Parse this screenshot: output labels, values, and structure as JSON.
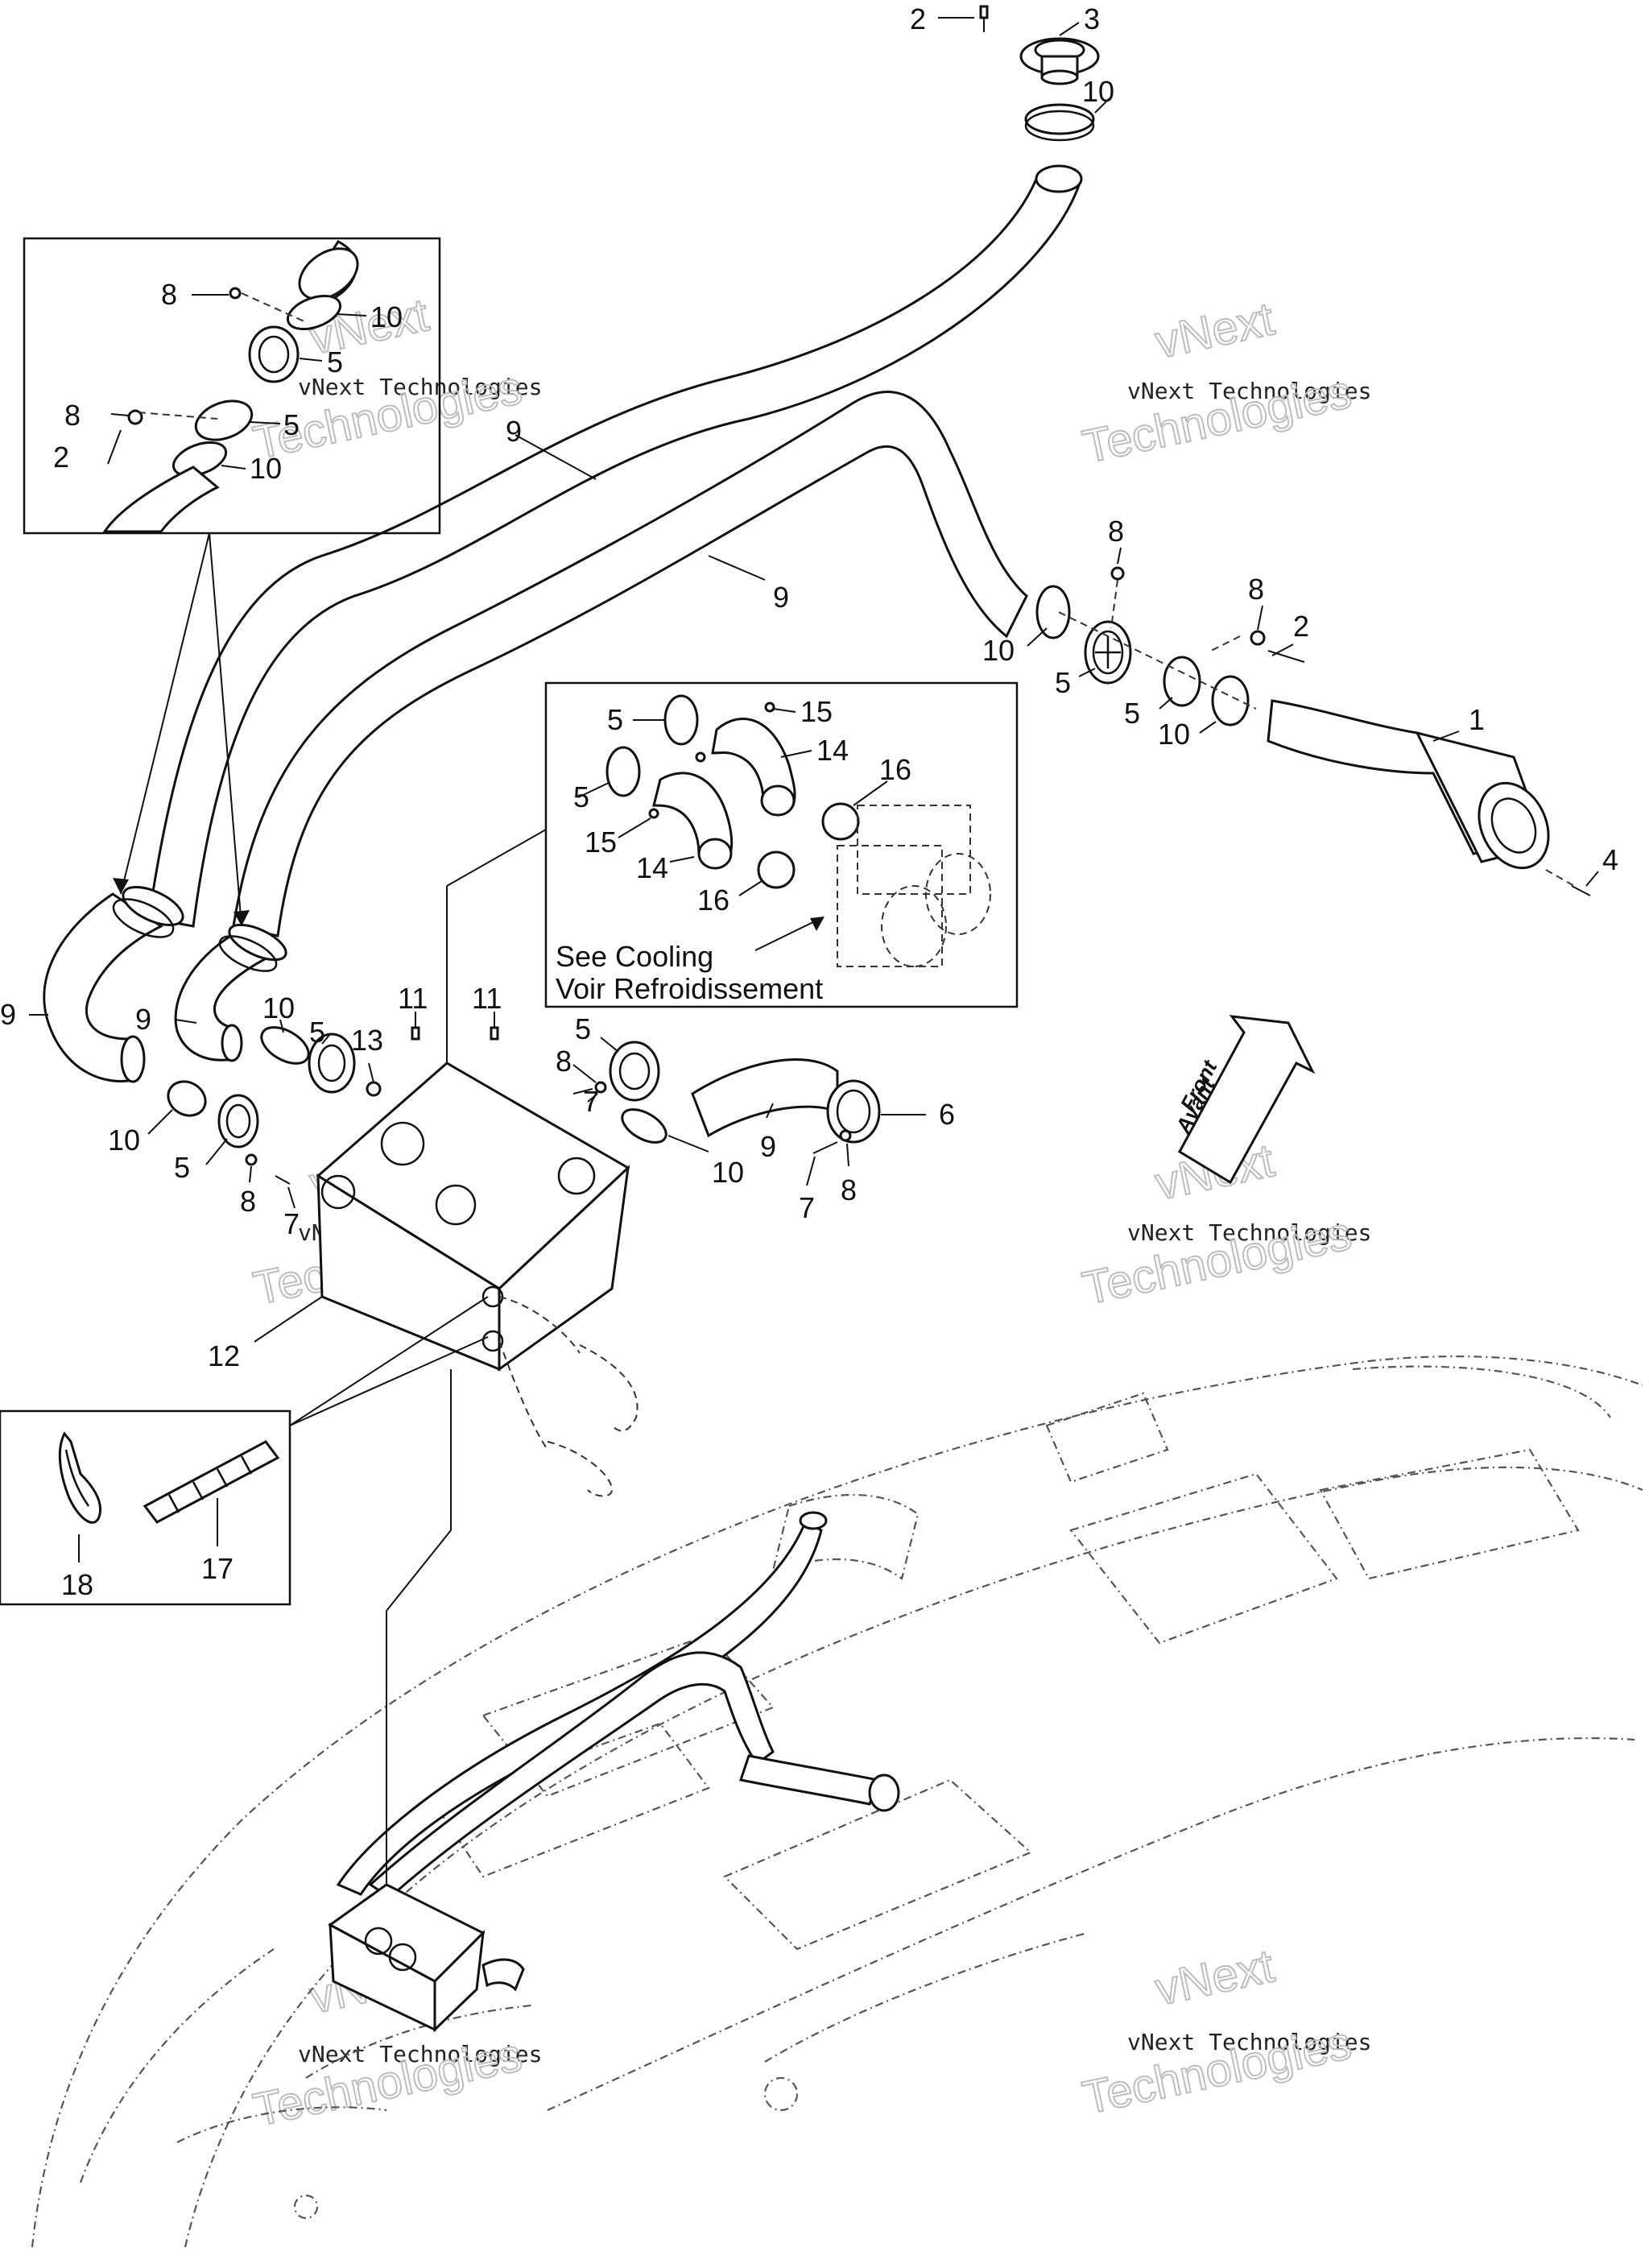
{
  "diagram": {
    "callouts": [
      {
        "n": "2"
      },
      {
        "n": "3"
      },
      {
        "n": "10"
      },
      {
        "n": "8"
      },
      {
        "n": "10"
      },
      {
        "n": "5"
      },
      {
        "n": "8"
      },
      {
        "n": "5"
      },
      {
        "n": "2"
      },
      {
        "n": "10"
      },
      {
        "n": "9"
      },
      {
        "n": "9"
      },
      {
        "n": "8"
      },
      {
        "n": "8"
      },
      {
        "n": "2"
      },
      {
        "n": "10"
      },
      {
        "n": "5"
      },
      {
        "n": "5"
      },
      {
        "n": "10"
      },
      {
        "n": "1"
      },
      {
        "n": "4"
      },
      {
        "n": "5"
      },
      {
        "n": "15"
      },
      {
        "n": "14"
      },
      {
        "n": "5"
      },
      {
        "n": "16"
      },
      {
        "n": "15"
      },
      {
        "n": "14"
      },
      {
        "n": "16"
      },
      {
        "n": "9"
      },
      {
        "n": "9"
      },
      {
        "n": "10"
      },
      {
        "n": "5"
      },
      {
        "n": "13"
      },
      {
        "n": "11"
      },
      {
        "n": "11"
      },
      {
        "n": "10"
      },
      {
        "n": "5"
      },
      {
        "n": "8"
      },
      {
        "n": "7"
      },
      {
        "n": "5"
      },
      {
        "n": "8"
      },
      {
        "n": "7"
      },
      {
        "n": "9"
      },
      {
        "n": "6"
      },
      {
        "n": "10"
      },
      {
        "n": "7"
      },
      {
        "n": "8"
      },
      {
        "n": "12"
      },
      {
        "n": "18"
      },
      {
        "n": "17"
      }
    ],
    "inset_note": {
      "line1": "See Cooling",
      "line2": "Voir Refroidissement"
    },
    "direction_arrow": {
      "line1": "Front",
      "line2": "Avant"
    },
    "watermark": {
      "brand": "vNext",
      "line": "vNext Technologies",
      "big": "Technologies"
    }
  }
}
